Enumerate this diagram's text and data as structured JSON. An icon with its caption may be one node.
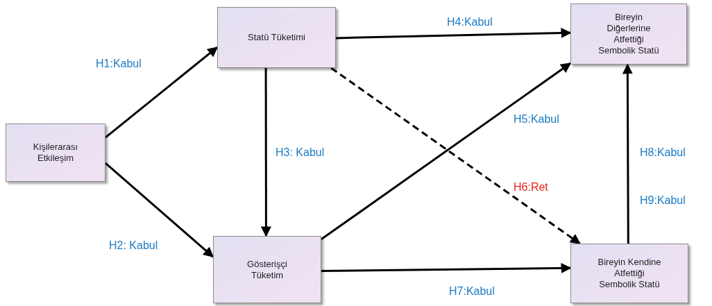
{
  "diagram": {
    "nodes": [
      {
        "text": [
          "Kişilerarası Etkileşim"
        ]
      },
      {
        "text": [
          "Statü Tüketimi"
        ]
      },
      {
        "text": [
          "Gösterişçi Tüketim"
        ]
      },
      {
        "text": [
          "Bireyin Diğerlerine Atfettiği Sembolik Statü"
        ]
      },
      {
        "text": [
          "Bireyin Kendine Atfettiği Sembolik Statü"
        ]
      }
    ],
    "edges": [
      {
        "from": 0,
        "to": 1,
        "arrow": "to",
        "label": "H1:Kabul"
      },
      {
        "from": 0,
        "to": 2,
        "arrow": "to",
        "label": "H2: Kabul"
      },
      {
        "from": 1,
        "to": 2,
        "arrow": "to",
        "label": "H3: Kabul"
      },
      {
        "from": 1,
        "to": 3,
        "arrow": "to",
        "label": "H4:Kabul"
      },
      {
        "from": 2,
        "to": 3,
        "arrow": "to",
        "label": "H5:Kabul"
      },
      {
        "from": 1,
        "to": 4,
        "arrow": "to",
        "label": "H6:Ret",
        "style": "dashed"
      },
      {
        "from": 2,
        "to": 4,
        "arrow": "to",
        "label": "H7:Kabul"
      },
      {
        "from": 4,
        "to": 3,
        "arrow": "to",
        "label": "H8:Kabul"
      }
    ],
    "labels": [
      "H9:Kabul"
    ]
  }
}
